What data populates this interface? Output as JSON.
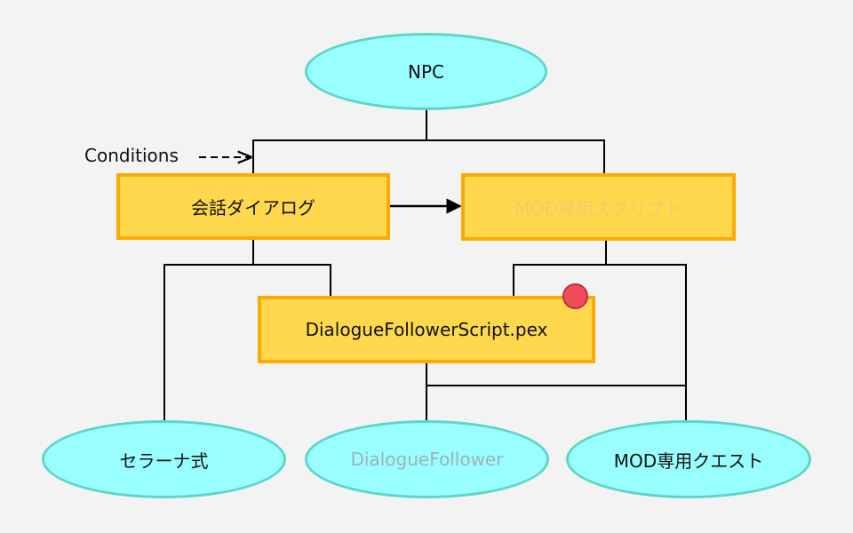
{
  "diagram": {
    "nodes": {
      "npc": "NPC",
      "dialogue": "会話ダイアログ",
      "mod_script": "MOD専用スクリプト",
      "script_file": "DialogueFollowerScript.pex",
      "serana": "セラーナ式",
      "dialogue_follower": "DialogueFollower",
      "mod_quest": "MOD専用クエスト"
    },
    "annotations": {
      "conditions": "Conditions"
    },
    "marker": {
      "color": "#f04b5a",
      "meaning": "error-indicator"
    },
    "colors": {
      "ellipse_fill": "#99ffff",
      "ellipse_stroke": "#5cd6c8",
      "box_fill": "#ffd84d",
      "box_stroke": "#ffaa00",
      "dim_text": "#9fb2b8",
      "dim_box_text": "#f5c96b",
      "background": "#f3f3f3"
    }
  }
}
